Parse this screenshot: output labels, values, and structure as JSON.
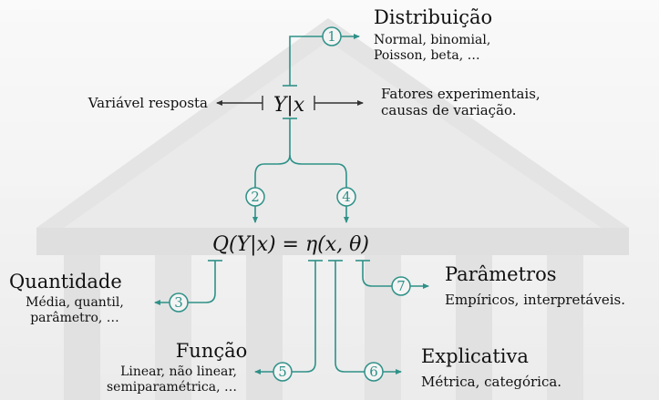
{
  "center": {
    "response_label": "Variável resposta",
    "yx": "Y|x",
    "factors_line1": "Fatores experimentais,",
    "factors_line2": "causas de variação."
  },
  "distribution": {
    "title": "Distribuição",
    "line1": "Normal, binomial,",
    "line2": "Poisson, beta, …"
  },
  "equation": "Q(Y|x) = η(x, θ)",
  "quantity": {
    "title": "Quantidade",
    "line1": "Média, quantil,",
    "line2": "parâmetro, …"
  },
  "parameters": {
    "title": "Parâmetros",
    "line1": "Empíricos, interpretáveis."
  },
  "function": {
    "title": "Função",
    "line1": "Linear, não linear,",
    "line2": "semiparamétrica, …"
  },
  "explanatory": {
    "title": "Explicativa",
    "line1": "Métrica, categórica."
  },
  "markers": [
    "1",
    "2",
    "3",
    "4",
    "5",
    "6",
    "7"
  ],
  "colors": {
    "accent": "#2e9188",
    "text": "#111111"
  }
}
